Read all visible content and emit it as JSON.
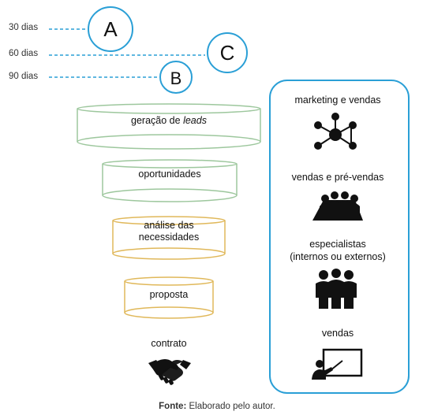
{
  "timeline": {
    "rows": [
      {
        "days": "30 dias",
        "letter": "A"
      },
      {
        "days": "60 dias",
        "letter": "C"
      },
      {
        "days": "90 dias",
        "letter": "B"
      }
    ]
  },
  "funnel": {
    "stages": [
      {
        "label_main": "geração de ",
        "label_em": "leads"
      },
      {
        "label_main": "oportunidades"
      },
      {
        "label_main": "análise das",
        "label_line2": "necessidades"
      },
      {
        "label_main": "proposta"
      }
    ],
    "final_label": "contrato"
  },
  "panel": {
    "items": [
      {
        "label": "marketing e vendas",
        "icon": "network-icon"
      },
      {
        "label": "vendas e pré-vendas",
        "icon": "meeting-icon"
      },
      {
        "label_line1": "especialistas",
        "label_line2": "(internos ou externos)",
        "icon": "team-icon"
      },
      {
        "label": "vendas",
        "icon": "presentation-icon"
      }
    ]
  },
  "colors": {
    "dashed_line": "#2a9fd6",
    "circle_stroke": "#2a9fd6",
    "panel_border": "#2a9fd6",
    "green_cylinder": "#9dc79d",
    "yellow_cylinder": "#e0b85a"
  },
  "footer": {
    "label": "Fonte:",
    "text": " Elaborado pelo autor."
  }
}
